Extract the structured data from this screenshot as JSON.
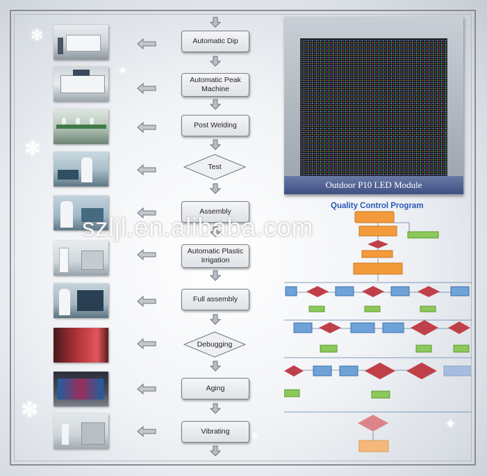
{
  "steps": [
    {
      "label": "Automatic Dip",
      "type": "box"
    },
    {
      "label": "Automatic Peak Machine",
      "type": "box"
    },
    {
      "label": "Post Welding",
      "type": "box"
    },
    {
      "label": "Test",
      "type": "diamond"
    },
    {
      "label": "Assembly",
      "type": "box"
    },
    {
      "label": "Automatic Plastic Irrigation",
      "type": "box"
    },
    {
      "label": "Full assembly",
      "type": "box"
    },
    {
      "label": "Debugging",
      "type": "diamond"
    },
    {
      "label": "Aging",
      "type": "box"
    },
    {
      "label": "Vibrating",
      "type": "box"
    }
  ],
  "product_caption": "Outdoor P10 LED Module",
  "qc_title": "Quality Control Program",
  "watermark": "szljl.en.alibaba.com",
  "colors": {
    "accent": "#2a58b8",
    "qc_orange": "#f39a3a",
    "qc_blue": "#6ea2d8",
    "qc_green": "#8cc85a",
    "qc_red": "#c0404a"
  }
}
